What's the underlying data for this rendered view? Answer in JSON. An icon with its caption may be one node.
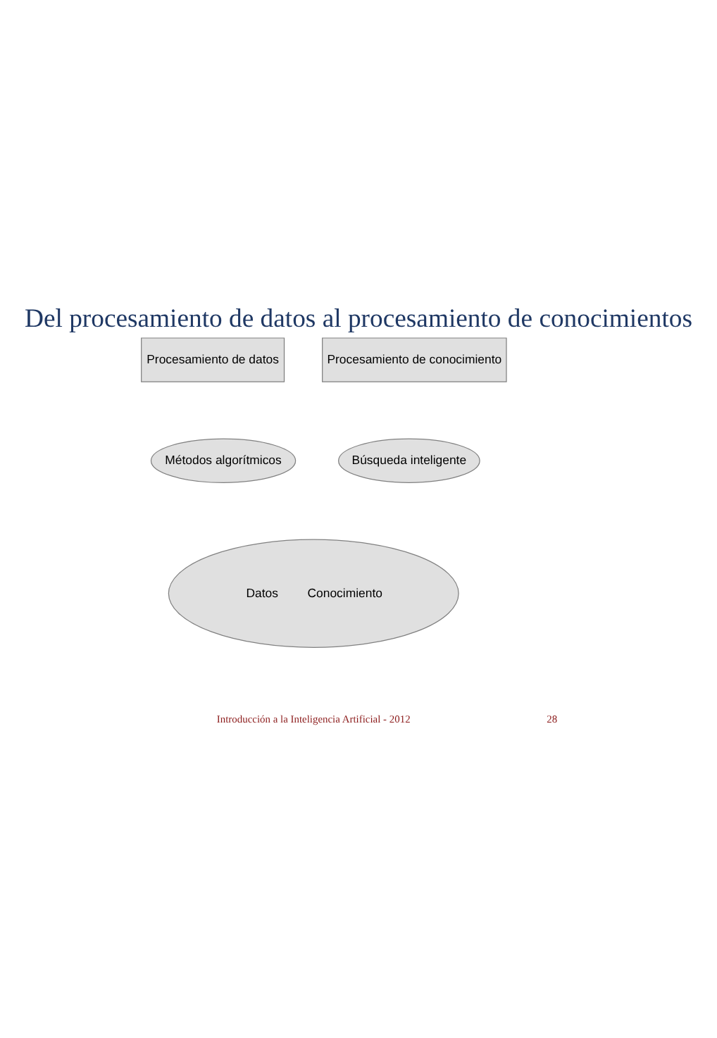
{
  "diagram": {
    "title": "Del procesamiento de datos al procesamiento de conocimientos",
    "nodes": [
      {
        "text": [
          "Procesamiento de datos"
        ]
      },
      {
        "text": [
          "Procesamiento de conocimiento"
        ]
      },
      {
        "text": [
          "Métodos algorítmicos"
        ]
      },
      {
        "text": [
          "Búsqueda inteligente"
        ]
      },
      {
        "text": [
          "Datos",
          "Conocimiento"
        ]
      }
    ],
    "edges": [],
    "labels": [
      "Introducción a la Inteligencia Artificial - 2012",
      "28"
    ]
  }
}
